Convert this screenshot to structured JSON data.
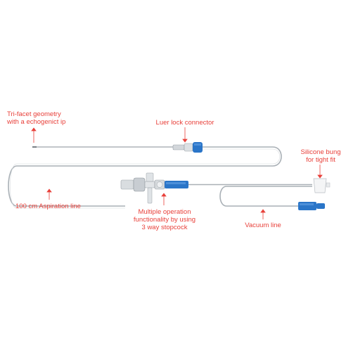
{
  "colors": {
    "label_red": "#e8403a",
    "tube": "#a9b0b6",
    "connector_blue": "#2a75c8",
    "metal": "#c8cdd2"
  },
  "labels": {
    "trifacet": [
      "Tri-facet geometry",
      "with a echogenict ip"
    ],
    "luer_lock": "Luer lock connector",
    "silicone_bung": [
      "Silicone bung",
      "for tight fit"
    ],
    "aspiration_line": "100 cm Aspiration line",
    "stopcock": [
      "Multiple operation",
      "functionality by using",
      "3 way stopcock"
    ],
    "vacuum_line": "Vacuum line"
  }
}
